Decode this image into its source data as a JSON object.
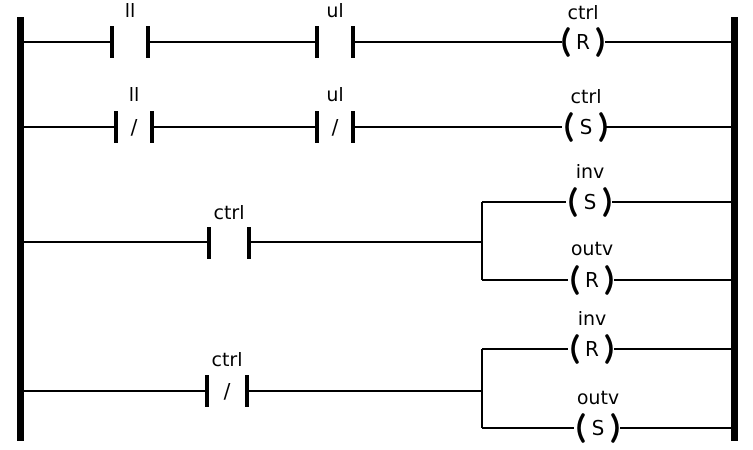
{
  "rungs": [
    {
      "contacts": [
        {
          "label": "ll",
          "type": "no",
          "symbol": ""
        },
        {
          "label": "ul",
          "type": "no",
          "symbol": ""
        }
      ],
      "coils": [
        {
          "label": "ctrl",
          "symbol": "R"
        }
      ]
    },
    {
      "contacts": [
        {
          "label": "ll",
          "type": "nc",
          "symbol": "/"
        },
        {
          "label": "ul",
          "type": "nc",
          "symbol": "/"
        }
      ],
      "coils": [
        {
          "label": "ctrl",
          "symbol": "S"
        }
      ]
    },
    {
      "contacts": [
        {
          "label": "ctrl",
          "type": "no",
          "symbol": ""
        }
      ],
      "coils": [
        {
          "label": "inv",
          "symbol": "S"
        },
        {
          "label": "outv",
          "symbol": "R"
        }
      ]
    },
    {
      "contacts": [
        {
          "label": "ctrl",
          "type": "nc",
          "symbol": "/"
        }
      ],
      "coils": [
        {
          "label": "inv",
          "symbol": "R"
        },
        {
          "label": "outv",
          "symbol": "S"
        }
      ]
    }
  ]
}
